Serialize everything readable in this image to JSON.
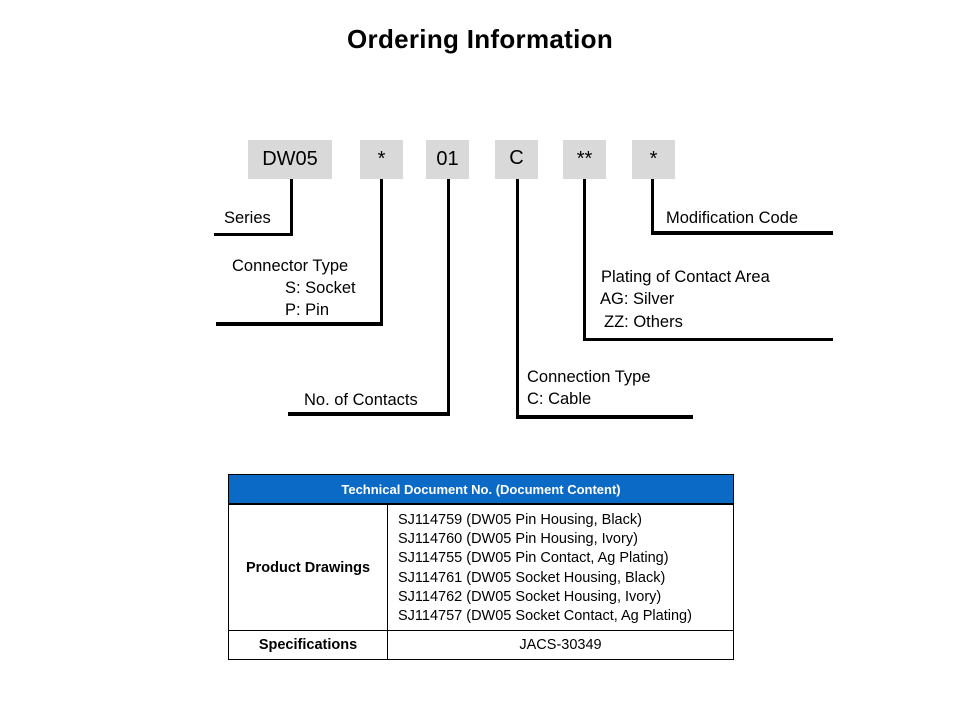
{
  "title": "Ordering Information",
  "code_boxes": [
    "DW05",
    "*",
    "01",
    "C",
    "**",
    "*"
  ],
  "labels": {
    "series": "Series",
    "connector_type": "Connector Type",
    "socket": "S: Socket",
    "pin": "P: Pin",
    "contacts": "No. of Contacts",
    "connection_type": "Connection Type",
    "cable": "C: Cable",
    "plating": "Plating of Contact Area",
    "silver": "AG: Silver",
    "others": "ZZ: Others",
    "modification": "Modification Code"
  },
  "table": {
    "header": "Technical Document No. (Document Content)",
    "rows": [
      {
        "label": "Product Drawings",
        "values": [
          "SJ114759 (DW05 Pin Housing, Black)",
          "SJ114760 (DW05 Pin Housing, Ivory)",
          "SJ114755 (DW05 Pin Contact, Ag Plating)",
          "SJ114761 (DW05 Socket Housing,  Black)",
          "SJ114762 (DW05 Socket Housing, Ivory)",
          "SJ114757 (DW05 Socket Contact, Ag Plating)"
        ]
      },
      {
        "label": "Specifications",
        "value": "JACS-30349"
      }
    ]
  }
}
